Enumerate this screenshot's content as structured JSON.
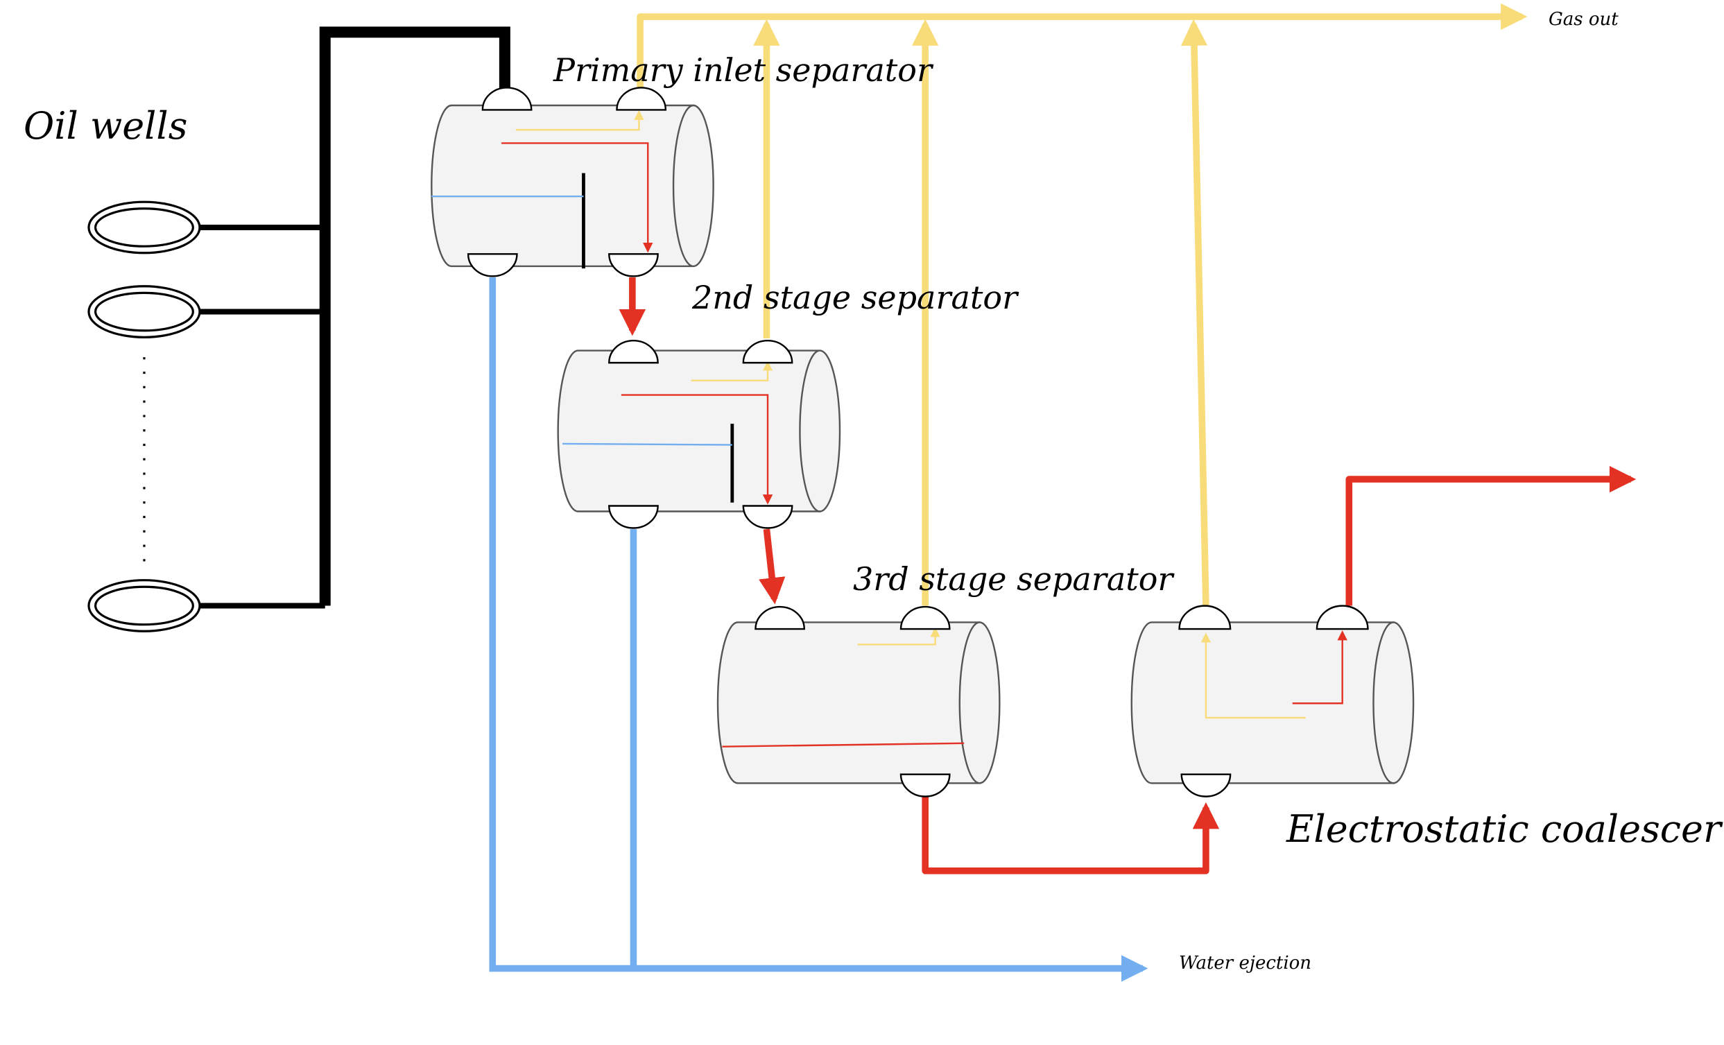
{
  "labels": {
    "oil_wells": "Oil wells",
    "primary": "Primary inlet separator",
    "second": "2nd stage separator",
    "third": "3rd stage separator",
    "coalescer": "Electrostatic coalescer",
    "gas_out": "Gas out",
    "water": "Water ejection"
  },
  "colors": {
    "oil": "#e33124",
    "gas": "#f9dc7a",
    "water": "#72aef0",
    "feed": "#000000",
    "vessel_fill": "#f3f3f3",
    "vessel_stroke": "#555555"
  }
}
